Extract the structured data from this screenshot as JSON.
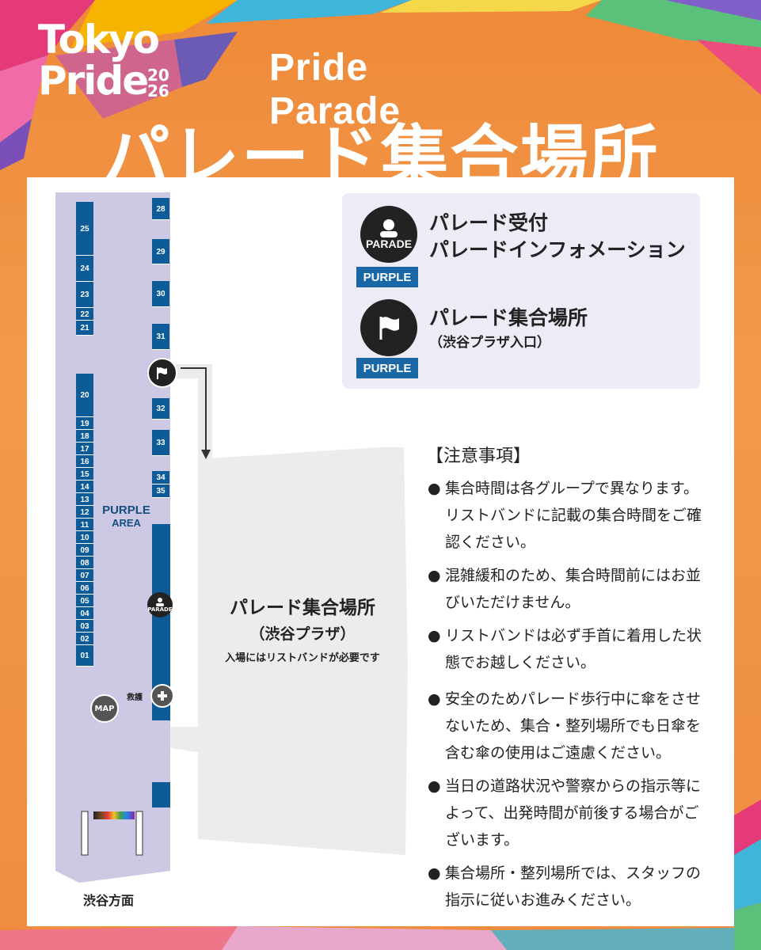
{
  "header": {
    "logo_line1": "Tokyo",
    "logo_line2": "Pride",
    "logo_year_top": "20",
    "logo_year_bottom": "26",
    "subtitle": "Pride Parade",
    "title": "パレード集合場所"
  },
  "legend": {
    "item1_icon_label": "PARADE",
    "item1_line1": "パレード受付",
    "item1_line2": "パレードインフォメーション",
    "item1_tag": "PURPLE",
    "item2_line1": "パレード集合場所",
    "item2_line2": "（渋谷プラザ入口）",
    "item2_tag": "PURPLE"
  },
  "map": {
    "area_line1": "PURPLE",
    "area_line2": "AREA",
    "left_blocks": [
      "25",
      "24",
      "23",
      "22",
      "21",
      "20",
      "19",
      "18",
      "17",
      "16",
      "15",
      "14",
      "13",
      "12",
      "11",
      "10",
      "09",
      "08",
      "07",
      "06",
      "05",
      "04",
      "03",
      "02",
      "01"
    ],
    "right_blocks": [
      "28",
      "29",
      "30",
      "31",
      "32",
      "33",
      "34",
      "35"
    ],
    "parade_icon_label": "PARADE",
    "rescue_label": "救護",
    "map_label": "MAP",
    "direction_label": "渋谷方面",
    "plaza_title": "パレード集合場所",
    "plaza_subtitle": "（渋谷プラザ）",
    "plaza_note": "入場にはリストバンドが必要です"
  },
  "notes": {
    "heading": "【注意事項】",
    "bullet": "●",
    "items": [
      "集合時間は各グループで異なります。リストバンドに記載の集合時間をご確認ください。",
      "混雑緩和のため、集合時間前にはお並びいただけません。",
      "リストバンドは必ず手首に着用した状態でお越しください。",
      "安全のためパレード歩行中に傘をさせないため、集合・整列場所でも日傘を含む傘の使用はご遠慮ください。",
      "当日の道路状況や警察からの指示等によって、出発時間が前後する場合がございます。",
      "集合場所・整列場所では、スタッフの指示に従いお進みください。"
    ]
  },
  "colors": {
    "background": "#ef8c3f",
    "purple_area": "#cdc8e4",
    "block_blue": "#0d5c97",
    "tag_blue": "#1a67a6",
    "plaza_gray": "#ececec",
    "legend_bg": "#ecebf6"
  }
}
